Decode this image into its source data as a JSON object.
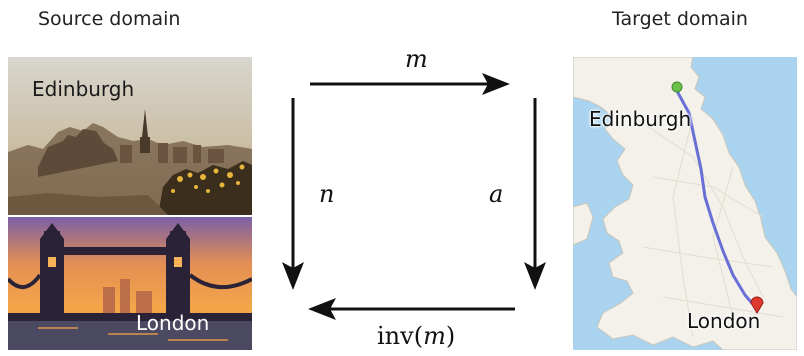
{
  "source_title": "Source domain",
  "target_title": "Target domain",
  "source": {
    "top_label": "Edinburgh",
    "bottom_label": "London"
  },
  "arrows": {
    "top": "m",
    "left": "n",
    "right": "a",
    "bottom_fn": "inv",
    "bottom_arg": "m"
  },
  "target": {
    "top_label": "Edinburgh",
    "bottom_label": "London",
    "colors": {
      "sea": "#a9d3ef",
      "land": "#f3f1ea",
      "route": "#6a6fd6",
      "start_pin": "#6bc24a",
      "end_pin": "#e03a2e"
    }
  }
}
